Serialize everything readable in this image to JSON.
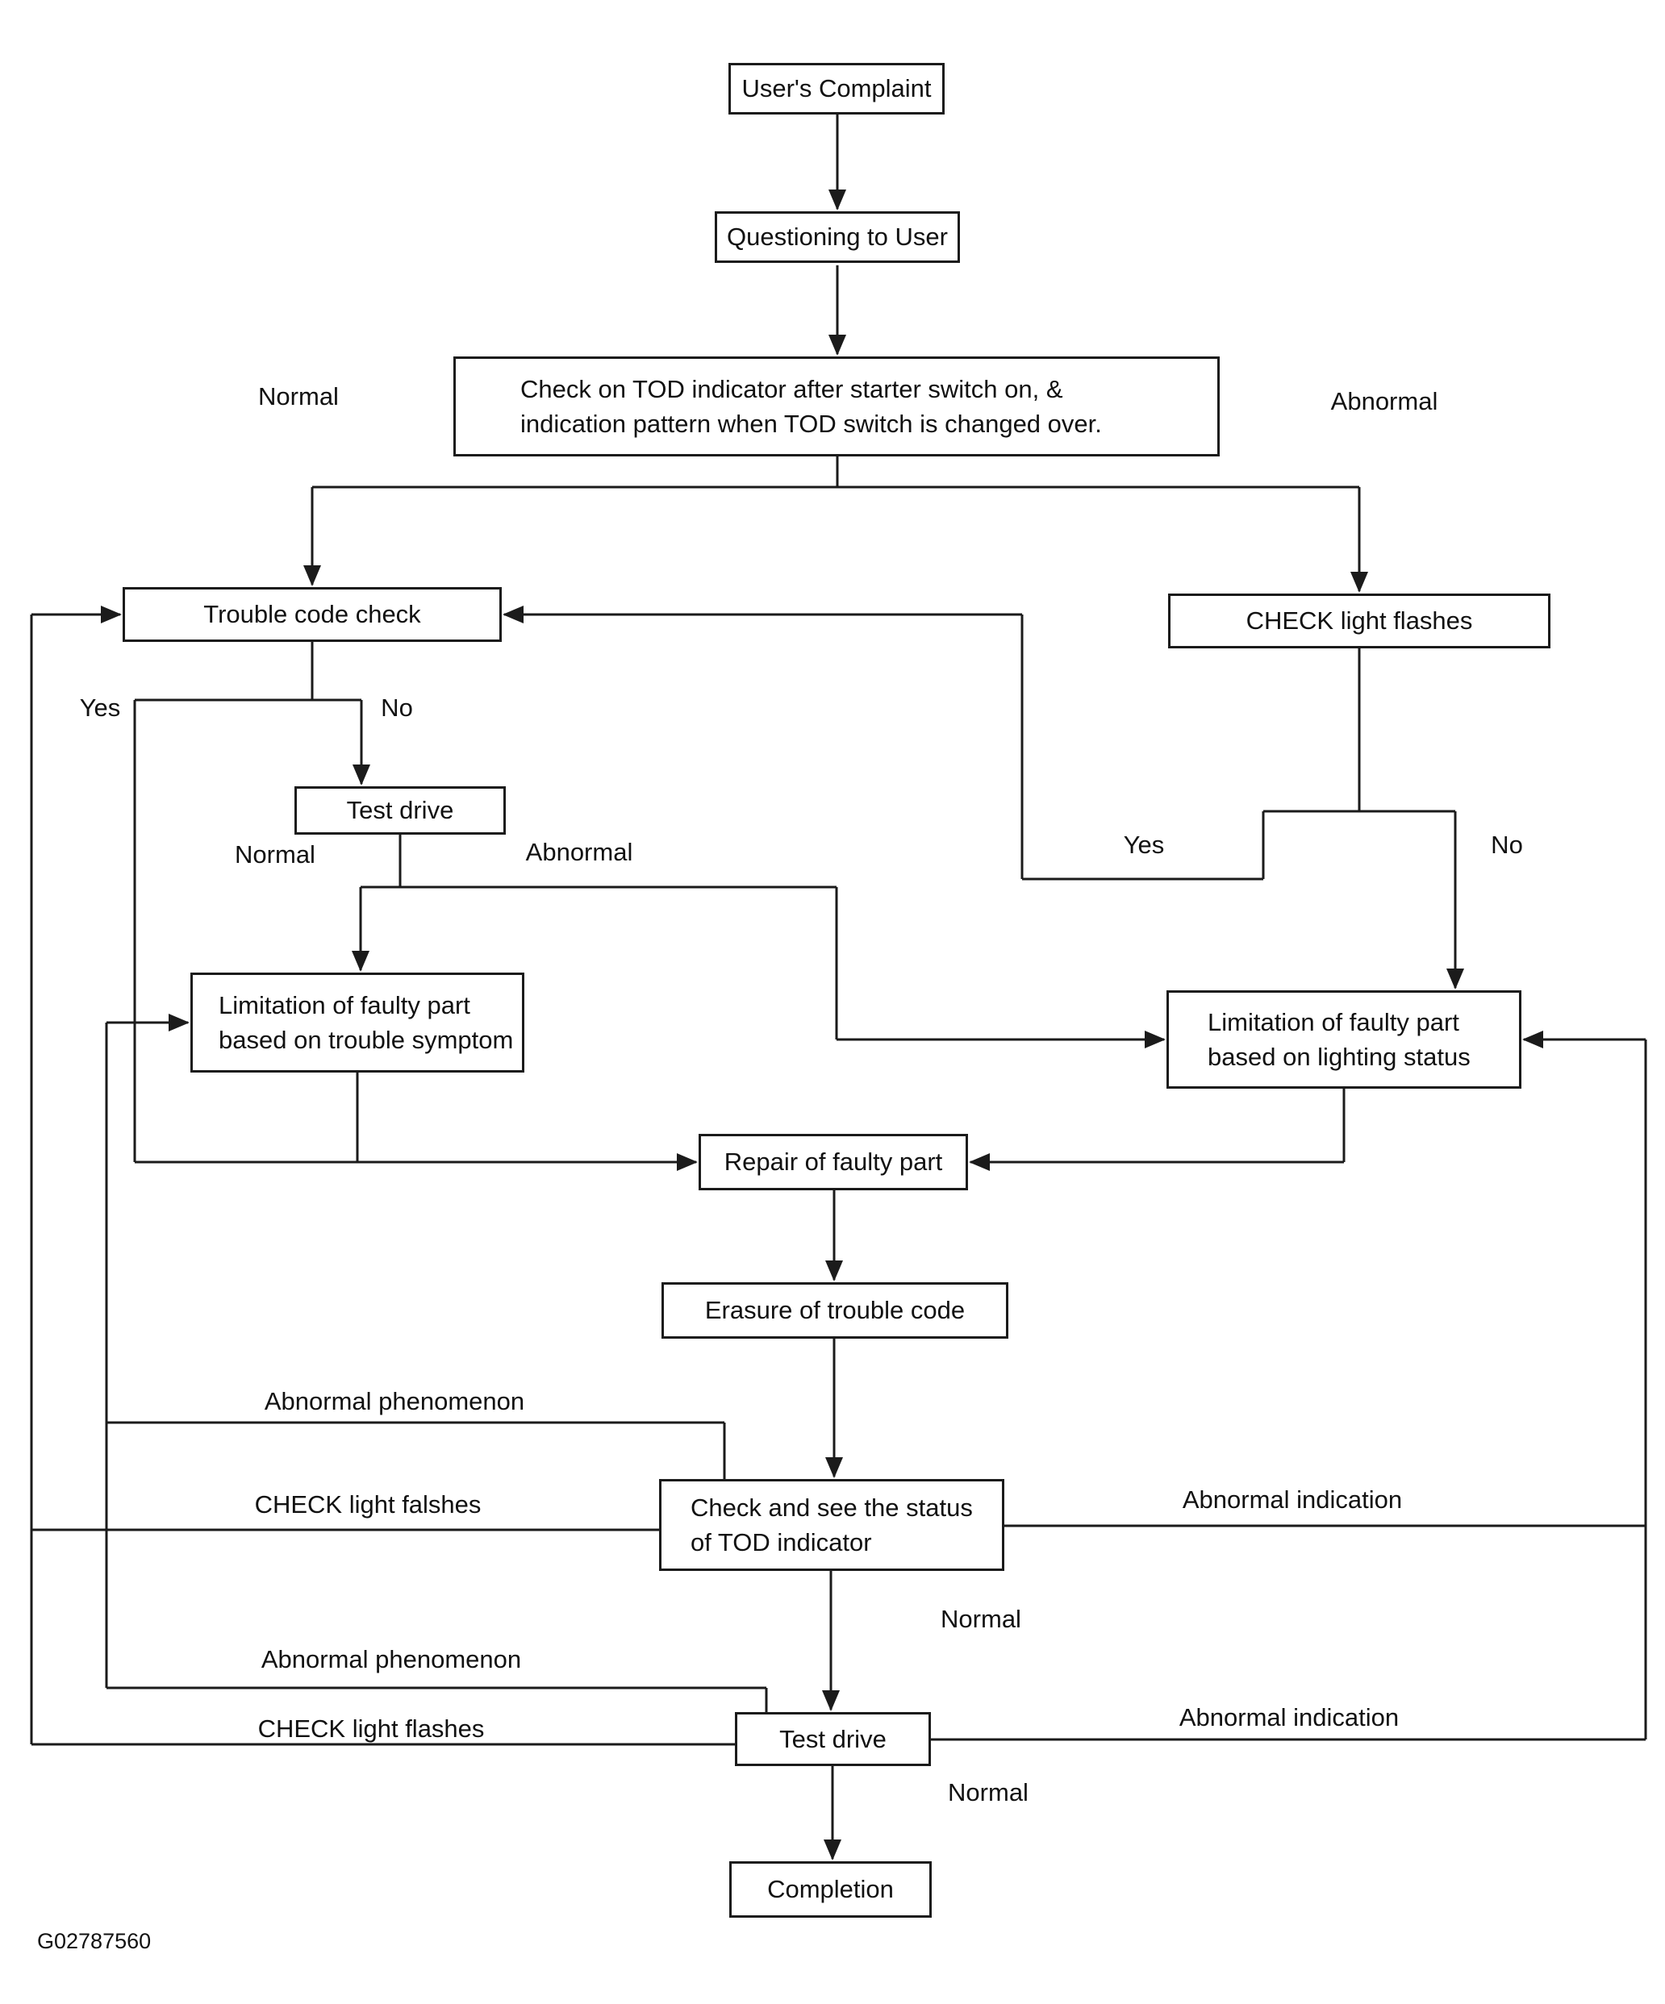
{
  "figure_id": "G02787560",
  "colors": {
    "line": "#1b1b1b",
    "background": "#ffffff",
    "text": "#111111"
  },
  "nodes": {
    "users_complaint": {
      "label": "User's Complaint"
    },
    "questioning_to_user": {
      "label": "Questioning to User"
    },
    "check_tod_indicator": {
      "line1": "Check on TOD indicator after starter switch on, &",
      "line2": "indication pattern when TOD switch is changed over."
    },
    "trouble_code_check": {
      "label": "Trouble code check"
    },
    "check_light_flashes": {
      "label": "CHECK light flashes"
    },
    "test_drive_1": {
      "label": "Test drive"
    },
    "limitation_trouble_symptom": {
      "line1": "Limitation of faulty part",
      "line2": "based on trouble symptom"
    },
    "limitation_lighting_status": {
      "line1": "Limitation of faulty part",
      "line2": "based on lighting status"
    },
    "repair_faulty_part": {
      "label": "Repair of faulty part"
    },
    "erasure_trouble_code": {
      "label": "Erasure of trouble code"
    },
    "check_tod_status": {
      "line1": "Check and see the status",
      "line2": "of TOD indicator"
    },
    "test_drive_2": {
      "label": "Test drive"
    },
    "completion": {
      "label": "Completion"
    }
  },
  "edge_labels": {
    "normal_top": "Normal",
    "abnormal_top": "Abnormal",
    "yes_left": "Yes",
    "no_left": "No",
    "yes_right": "Yes",
    "no_right": "No",
    "normal_mid": "Normal",
    "abnormal_mid": "Abnormal",
    "abnormal_phenomenon_1": "Abnormal phenomenon",
    "check_light_falshes": "CHECK light falshes",
    "abnormal_indication_1": "Abnormal indication",
    "normal_after_status": "Normal",
    "abnormal_phenomenon_2": "Abnormal phenomenon",
    "check_light_flashes_2": "CHECK light flashes",
    "abnormal_indication_2": "Abnormal indication",
    "normal_after_test": "Normal"
  }
}
